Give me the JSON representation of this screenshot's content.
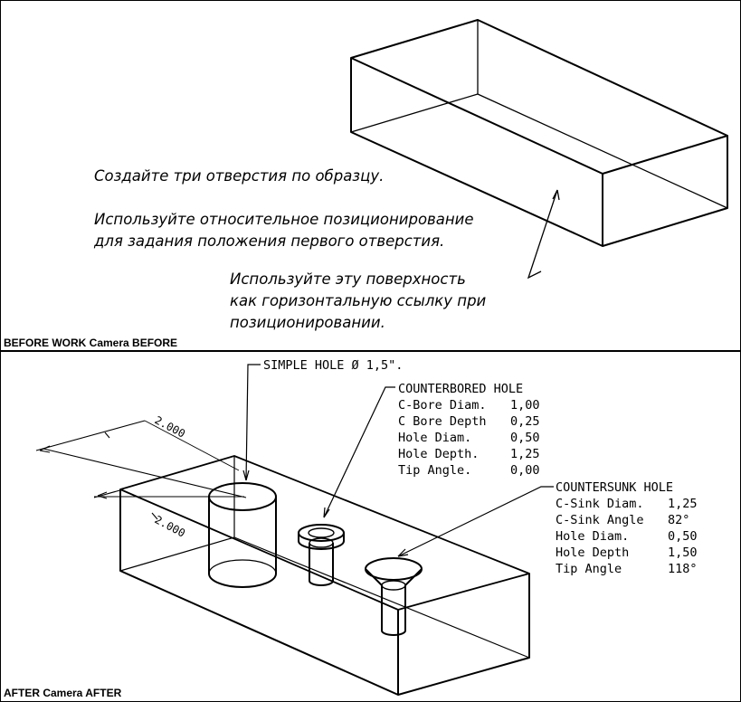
{
  "captions": {
    "before": "BEFORE WORK Camera BEFORE",
    "after": "AFTER Camera AFTER"
  },
  "before_notes": {
    "line1": "Создайте три отверстия по образцу.",
    "line2": "Используйте относительное позиционирование",
    "line3": "для задания положения первого отверстия.",
    "line4": "Используйте эту поверхность",
    "line5": "как горизонтальную ссылку при",
    "line6": "позиционировании."
  },
  "simple_hole": {
    "label": "SIMPLE HOLE  Ø 1,5\"."
  },
  "counterbored_hole": {
    "title": "COUNTERBORED HOLE",
    "rows": [
      {
        "label": "C-Bore Diam.",
        "value": "1,00"
      },
      {
        "label": "C Bore Depth",
        "value": "0,25"
      },
      {
        "label": "Hole Diam.",
        "value": "0,50"
      },
      {
        "label": "Hole Depth.",
        "value": "1,25"
      },
      {
        "label": "Tip Angle.",
        "value": "0,00"
      }
    ]
  },
  "countersunk_hole": {
    "title": "COUNTERSUNK HOLE",
    "rows": [
      {
        "label": "C-Sink Diam.",
        "value": "1,25"
      },
      {
        "label": "C-Sink Angle",
        "value": "82°"
      },
      {
        "label": "Hole Diam.",
        "value": "0,50"
      },
      {
        "label": "Hole Depth",
        "value": "1,50"
      },
      {
        "label": "Tip Angle",
        "value": "118°"
      }
    ]
  },
  "dimensions": {
    "upper": "2.000",
    "lower": "2.000"
  }
}
